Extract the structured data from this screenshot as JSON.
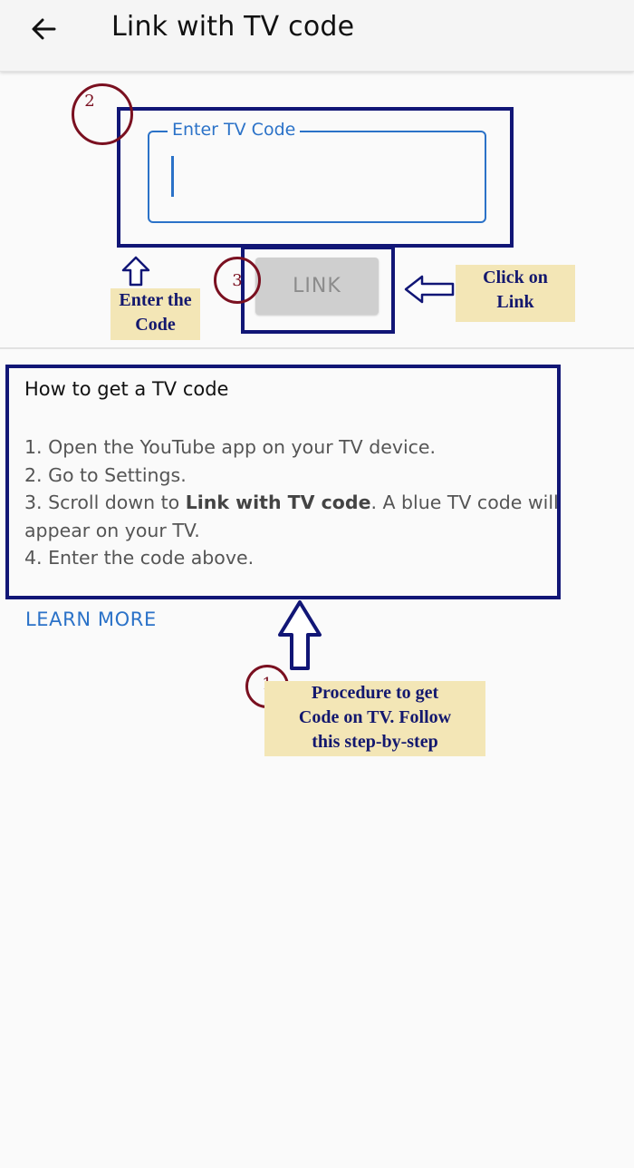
{
  "appbar": {
    "title": "Link with TV code",
    "back_icon": "arrow-left-icon"
  },
  "code_field": {
    "label": "Enter TV Code",
    "value": ""
  },
  "link_button": {
    "label": "LINK"
  },
  "help": {
    "heading": "How to get a TV code",
    "step1": "1. Open the YouTube app on your TV device.",
    "step2": "2. Go to Settings.",
    "step3_prefix": "3. Scroll down to ",
    "step3_bold": "Link with TV code",
    "step3_suffix": ". A blue TV code will",
    "step3_cont": "appear on your TV.",
    "step4": "4. Enter the code above."
  },
  "learn_more": {
    "label": "LEARN MORE"
  },
  "annotations": {
    "num1": "1",
    "num2": "2",
    "num3": "3",
    "enter_code_line1": "Enter the",
    "enter_code_line2": "Code",
    "click_link_line1": "Click on",
    "click_link_line2": "Link",
    "procedure_line1": "Procedure to get",
    "procedure_line2": "Code on TV. Follow",
    "procedure_line3": "this step-by-step"
  },
  "colors": {
    "accent_blue": "#2b72c8",
    "annotation_frame": "#111676",
    "annotation_circle": "#7a1020",
    "note_background": "#f3e6b6"
  }
}
